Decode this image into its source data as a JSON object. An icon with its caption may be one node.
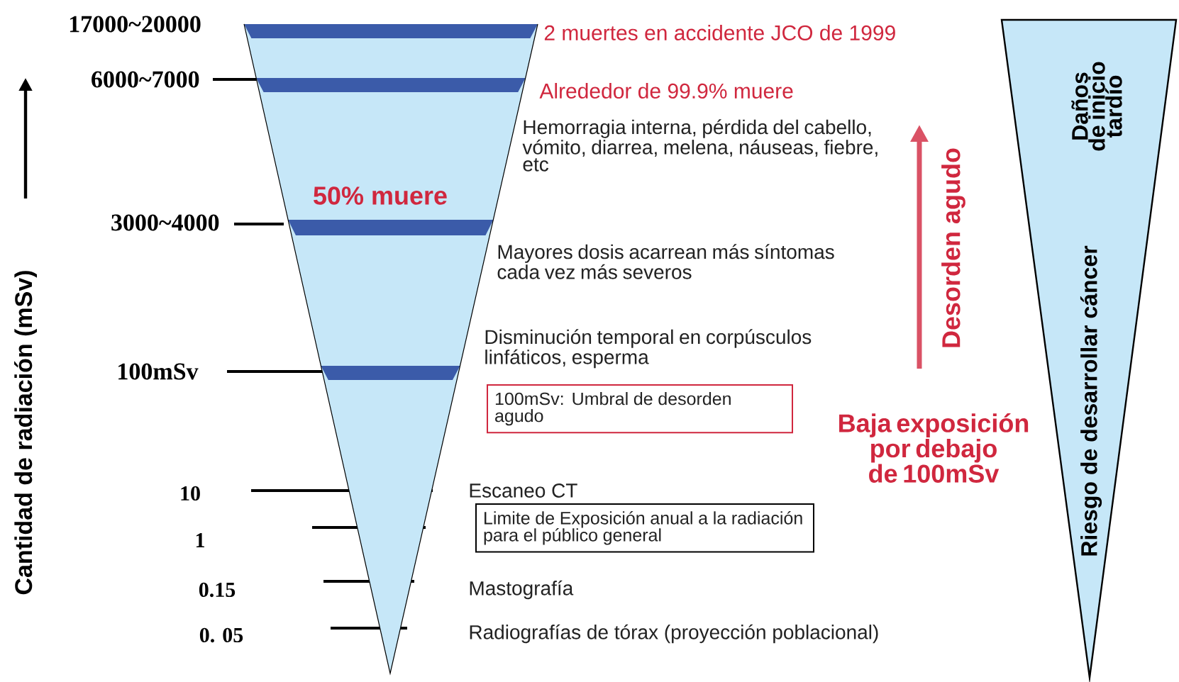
{
  "diagram": {
    "nodes": [
      {
        "text": [
          "50% muere"
        ]
      },
      {
        "text": [
          "100mSv: Umbral de desorden agudo"
        ]
      },
      {
        "text": [
          "Limite de Exposición anual a la radiación para el público general"
        ]
      },
      {
        "text": [
          "Daños de inicio tardío",
          "Riesgo de desarrollar cáncer"
        ]
      }
    ],
    "labels": [
      "17000~20000",
      "6000~7000",
      "3000~4000",
      "100mSv",
      "10",
      "1",
      "0.15",
      "0. 05",
      "Cantidad de radiación (mSv)",
      "2 muertes en accidente JCO de 1999",
      "Alrededor de 99.9% muere",
      "Hemorragia interna, pérdida del cabello, vómito, diarrea, melena, náuseas, fiebre, etc",
      "Mayores dosis acarrean más síntomas cada vez más severos",
      "Disminución temporal en corpúsculos linfáticos, esperma",
      "Escaneo CT",
      "Mastografía",
      "Radiografías de tórax (proyección poblacional)",
      "Desorden agudo",
      "Baja exposición por debajo de 100mSv"
    ]
  }
}
